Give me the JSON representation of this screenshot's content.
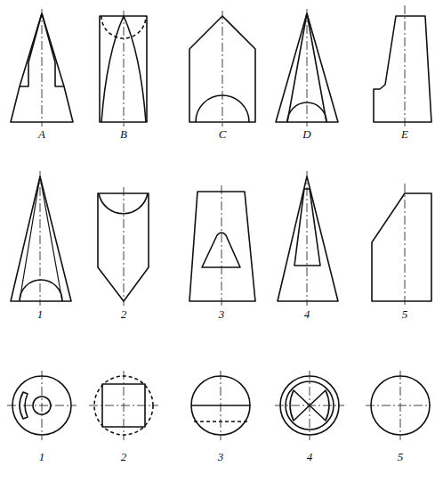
{
  "diagram": {
    "labels": [
      "A",
      "B",
      "C",
      "D",
      "E",
      "1",
      "2",
      "3",
      "4",
      "5",
      "1",
      "2",
      "3",
      "4",
      "5"
    ]
  }
}
